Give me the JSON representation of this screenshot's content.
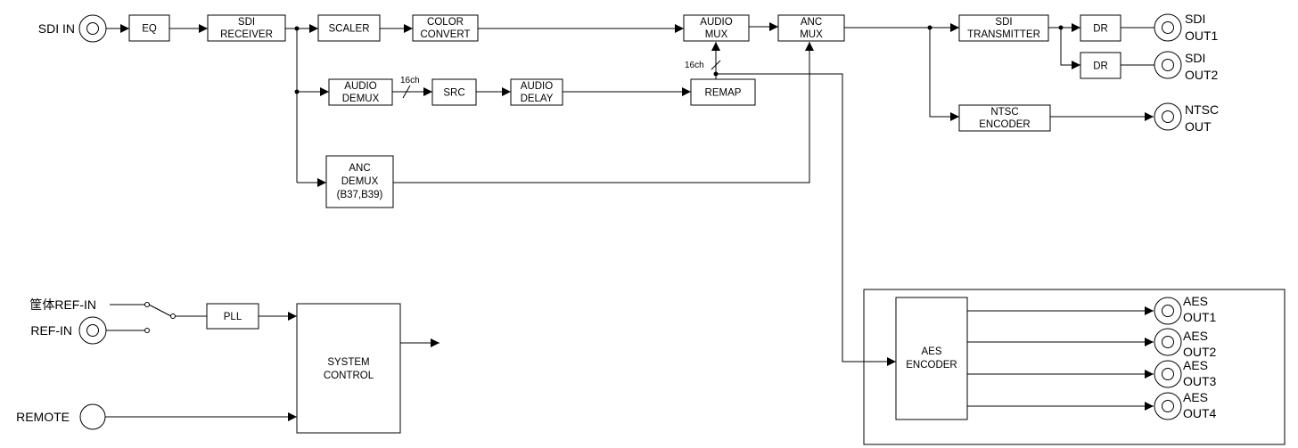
{
  "inputs": {
    "sdi_in": "SDI IN",
    "chassis_ref_in": "筐体REF-IN",
    "ref_in": "REF-IN",
    "remote": "REMOTE"
  },
  "blocks": {
    "eq": [
      "EQ"
    ],
    "sdi_receiver": [
      "SDI",
      "RECEIVER"
    ],
    "scaler": [
      "SCALER"
    ],
    "color_convert": [
      "COLOR",
      "CONVERT"
    ],
    "audio_mux": [
      "AUDIO",
      "MUX"
    ],
    "anc_mux": [
      "ANC",
      "MUX"
    ],
    "sdi_transmitter": [
      "SDI",
      "TRANSMITTER"
    ],
    "dr1": [
      "DR"
    ],
    "dr2": [
      "DR"
    ],
    "audio_demux": [
      "AUDIO",
      "DEMUX"
    ],
    "src": [
      "SRC"
    ],
    "audio_delay": [
      "AUDIO",
      "DELAY"
    ],
    "remap": [
      "REMAP"
    ],
    "anc_demux": [
      "ANC",
      "DEMUX",
      "(B37,B39)"
    ],
    "ntsc_encoder": [
      "NTSC",
      "ENCODER"
    ],
    "pll": [
      "PLL"
    ],
    "system_control": [
      "SYSTEM",
      "CONTROL"
    ],
    "aes_encoder": [
      "AES",
      "ENCODER"
    ]
  },
  "outputs": {
    "sdi_out1": [
      "SDI",
      "OUT1"
    ],
    "sdi_out2": [
      "SDI",
      "OUT2"
    ],
    "ntsc_out": [
      "NTSC",
      "OUT"
    ],
    "aes_out1": [
      "AES",
      "OUT1"
    ],
    "aes_out2": [
      "AES",
      "OUT2"
    ],
    "aes_out3": [
      "AES",
      "OUT3"
    ],
    "aes_out4": [
      "AES",
      "OUT4"
    ]
  },
  "bus_labels": {
    "demux_to_src": "16ch",
    "remap_to_audio_mux": "16ch"
  }
}
